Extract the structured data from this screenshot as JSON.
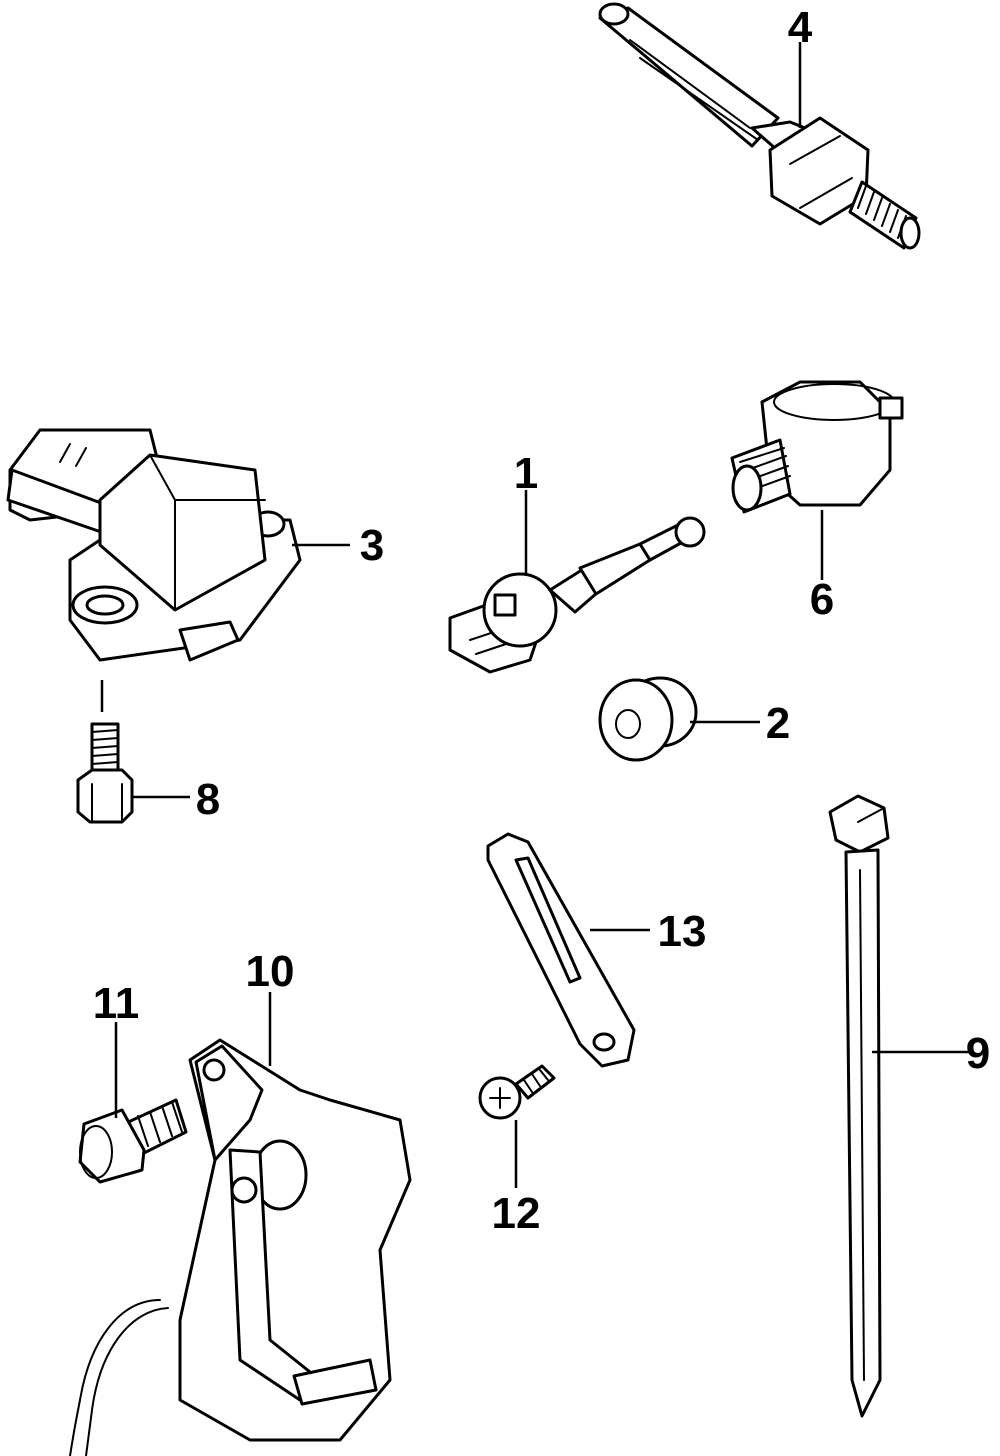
{
  "callouts": {
    "c1": "1",
    "c2": "2",
    "c3": "3",
    "c4": "4",
    "c6": "6",
    "c8": "8",
    "c9": "9",
    "c10": "10",
    "c11": "11",
    "c12": "12",
    "c13": "13"
  }
}
